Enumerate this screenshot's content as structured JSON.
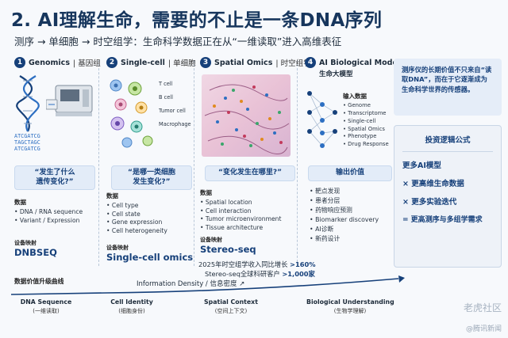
{
  "title": "2. AI理解生命，需要的不止是一条DNA序列",
  "subtitle": "测序 → 单细胞 → 时空组学：生命科学数据正在从“一维读取”进入高维表征",
  "columns": [
    {
      "num": "1",
      "name": "Genomics",
      "sub": "基因组",
      "dna_text": [
        "ATCGATCG",
        "TAGCTAGC",
        "ATCGATCG"
      ],
      "question": "“发生了什么\n遗传变化?”",
      "data_label": "数据",
      "data_items": [
        "DNA / RNA sequence",
        "Variant / Expression"
      ],
      "device_label": "设备映射",
      "device_name": "DNBSEQ"
    },
    {
      "num": "2",
      "name": "Single-cell",
      "sub": "单细胞",
      "cell_labels": [
        "T cell",
        "B cell",
        "Tumor cell",
        "Macrophage"
      ],
      "question": "“是哪一类细胞\n发生变化?”",
      "data_label": "数据",
      "data_items": [
        "Cell type",
        "Cell state",
        "Gene expression",
        "Cell heterogeneity"
      ],
      "device_label": "设备映射",
      "device_name": "Single-cell omics"
    },
    {
      "num": "3",
      "name": "Spatial Omics",
      "sub": "时空组学",
      "question": "“变化发生在哪里?”",
      "data_label": "数据",
      "data_items": [
        "Spatial location",
        "Cell interaction",
        "Tumor microenvironment",
        "Tissue architecture"
      ],
      "device_label": "设备映射",
      "device_name": "Stereo-seq",
      "stats": [
        {
          "text": "2025年时空组学收入同比增长",
          "value": ">160%"
        },
        {
          "text": "Stereo-seq全球科研客户",
          "value": ">1,000家"
        }
      ]
    },
    {
      "num": "4",
      "name": "AI Biological Model",
      "sub": "生命大模型",
      "input_label": "输入数据",
      "inputs": [
        "Genome",
        "Transcriptome",
        "Single-cell",
        "Spatial Omics",
        "Phenotype",
        "Drug Response"
      ],
      "output_title": "输出价值",
      "outputs": [
        "靶点发现",
        "患者分层",
        "药物响应预测",
        "Biomarker discovery",
        "AI诊断",
        "新药设计"
      ]
    }
  ],
  "right_panel": "测序仪的长期价值不只来自“读取DNA”，而在于它逐渐成为生命科学世界的传感器。",
  "formula": {
    "title": "投资逻辑公式",
    "lines": [
      "更多AI模型",
      "× 更高维生命数据",
      "× 更多实验迭代",
      "= 更高测序与多组学需求"
    ]
  },
  "bottom": {
    "title": "数据价值升级曲线",
    "density": "Information Density / 信息密度 ↗",
    "stages": [
      {
        "name": "DNA Sequence",
        "sub": "(一维读取)"
      },
      {
        "name": "Cell Identity",
        "sub": "(细胞身份)"
      },
      {
        "name": "Spatial Context",
        "sub": "(空间上下文)"
      },
      {
        "name": "Biological Understanding",
        "sub": "(生物学理解)"
      }
    ]
  },
  "watermarks": [
    "老虎社区",
    "@腾讯新闻"
  ],
  "colors": {
    "navy": "#16407a",
    "accent": "#2d6fc2",
    "panel": "#e5edf8"
  }
}
